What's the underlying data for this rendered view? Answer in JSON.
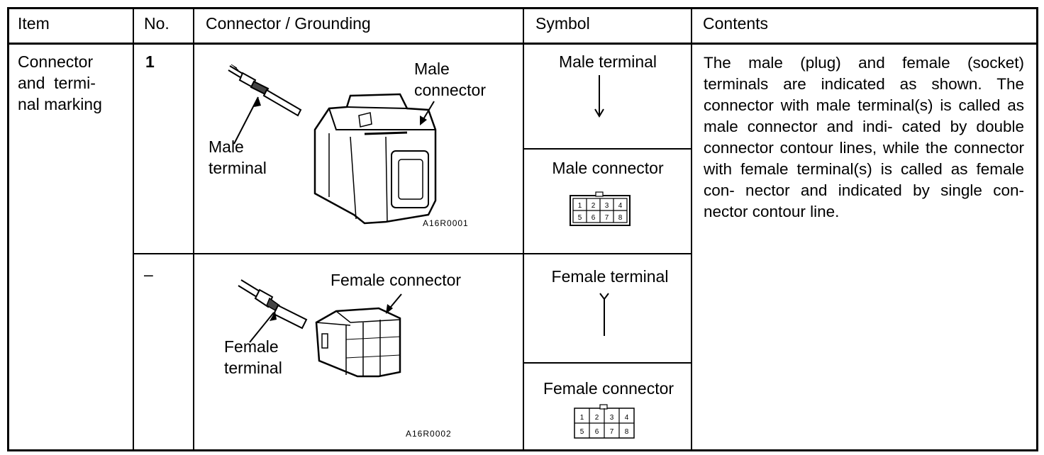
{
  "header": {
    "item": "Item",
    "no": "No.",
    "connector": "Connector / Grounding",
    "symbol": "Symbol",
    "contents": "Contents"
  },
  "row": {
    "item_lines": [
      "Connector",
      "and  termi-",
      "nal marking"
    ],
    "male": {
      "no": "1",
      "label_connector_1": "Male",
      "label_connector_2": "connector",
      "label_terminal_1": "Male",
      "label_terminal_2": "terminal",
      "figure_code": "A16R0001",
      "symbol_terminal": "Male terminal",
      "symbol_connector": "Male connector",
      "pins": [
        "1",
        "2",
        "3",
        "4",
        "5",
        "6",
        "7",
        "8"
      ]
    },
    "female": {
      "no": "–",
      "label_connector": "Female connector",
      "label_terminal_1": "Female",
      "label_terminal_2": "terminal",
      "figure_code": "A16R0002",
      "symbol_terminal": "Female terminal",
      "symbol_connector": "Female connector",
      "pins": [
        "1",
        "2",
        "3",
        "4",
        "5",
        "6",
        "7",
        "8"
      ]
    },
    "contents_text": "The male (plug) and female (socket) terminals are indicated as shown. The connector with male terminal(s) is called as male connector and indi- cated by double connector contour lines, while the connector with female terminal(s) is called as female con- nector and indicated by single con- nector contour line."
  }
}
